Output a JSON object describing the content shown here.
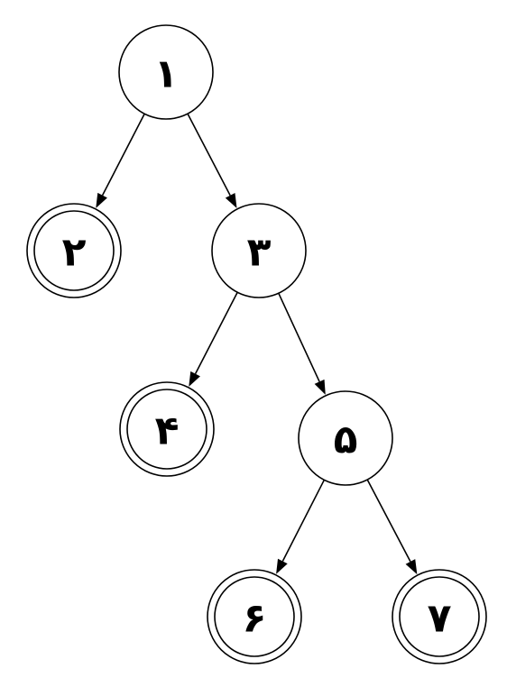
{
  "tree": {
    "nodes": [
      {
        "id": "1",
        "label": "١",
        "accepting": false
      },
      {
        "id": "2",
        "label": "٢",
        "accepting": true
      },
      {
        "id": "3",
        "label": "٣",
        "accepting": false
      },
      {
        "id": "4",
        "label": "۴",
        "accepting": true
      },
      {
        "id": "5",
        "label": "۵",
        "accepting": false
      },
      {
        "id": "6",
        "label": "۶",
        "accepting": true
      },
      {
        "id": "7",
        "label": "٧",
        "accepting": true
      }
    ],
    "edges": [
      {
        "from": "1",
        "to": "2"
      },
      {
        "from": "1",
        "to": "3"
      },
      {
        "from": "3",
        "to": "4"
      },
      {
        "from": "3",
        "to": "5"
      },
      {
        "from": "5",
        "to": "6"
      },
      {
        "from": "5",
        "to": "7"
      }
    ]
  }
}
